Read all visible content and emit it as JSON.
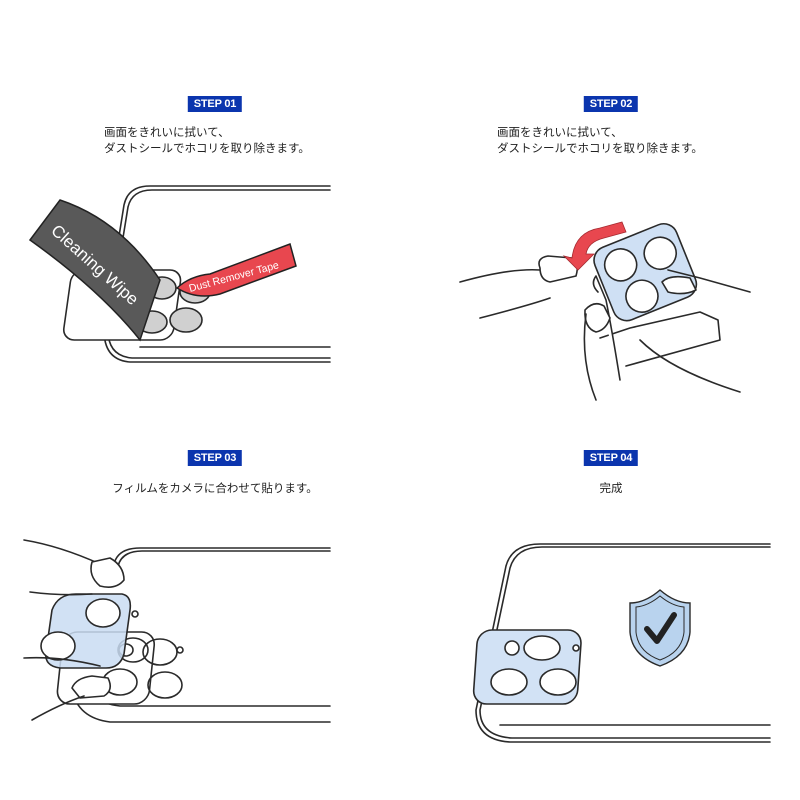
{
  "steps": [
    {
      "badge": "STEP 01",
      "text": "画面をきれいに拭いて、\nダストシールでホコリを取り除きます。",
      "labels": {
        "wipe": "Cleaning Wipe",
        "tape": "Dust Remover Tape"
      }
    },
    {
      "badge": "STEP 02",
      "text": "画面をきれいに拭いて、\nダストシールでホコリを取り除きます。"
    },
    {
      "badge": "STEP 03",
      "text": "フィルムをカメラに合わせて貼ります。"
    },
    {
      "badge": "STEP 04",
      "text": "完成"
    }
  ],
  "colors": {
    "badge": "#0b35ae",
    "wipe": "#5a5a5a",
    "tape": "#e8474f",
    "film": "#c9dcf2",
    "shield": "#b9d3ee"
  }
}
